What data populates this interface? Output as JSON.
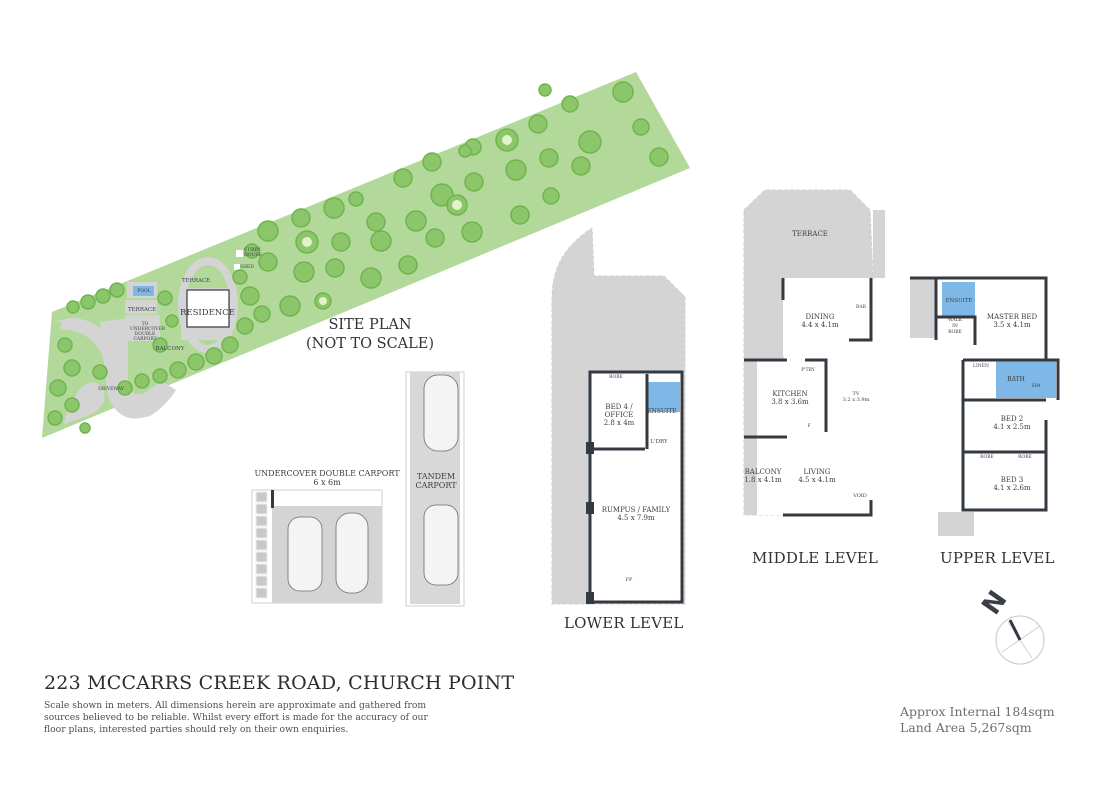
{
  "property": {
    "address": "223 MCCARRS CREEK ROAD, CHURCH POINT",
    "disclaimer": "Scale shown in meters. All dimensions herein are approximate and gathered from sources believed to be  reliable. Whilst every effort is made for the accuracy of our floor plans, interested parties should rely on their own enquiries.",
    "approx_internal": "Approx Internal 184sqm",
    "land_area": "Land Area 5,267sqm"
  },
  "colors": {
    "lawn": "#b3d99a",
    "tree_dark": "#6fb44e",
    "tree_light": "#8cc66a",
    "paving": "#d4d4d4",
    "walls": "#343a42",
    "wet_area": "#7fb8e6",
    "text": "#2f3338",
    "stats_text": "#6b6f74"
  },
  "site_plan": {
    "title_line1": "SITE PLAN",
    "title_line2": "(NOT TO SCALE)",
    "labels": {
      "residence": "RESIDENCE",
      "pool": "POOL",
      "terrace_upper": "TERRACE",
      "terrace_lower": "TERRACE",
      "to_carport_1": "TO",
      "to_carport_2": "UNDERCOVER",
      "to_carport_3": "DOUBLE",
      "to_carport_4": "CARPORT",
      "balcony": "BALCONY",
      "driveway": "DRIVEWAY",
      "cubby_house_1": "CUBBY",
      "cubby_house_2": "HOUSE",
      "shed": "SHED"
    }
  },
  "carports": {
    "double": {
      "title": "UNDERCOVER DOUBLE CARPORT",
      "size": "6 x 6m"
    },
    "tandem": {
      "title_line1": "TANDEM",
      "title_line2": "CARPORT"
    }
  },
  "levels": {
    "lower": {
      "title": "LOWER LEVEL",
      "rooms": {
        "robe": "ROBE",
        "bed4_name1": "BED 4 /",
        "bed4_name2": "OFFICE",
        "bed4_size": "2.8 x 4m",
        "ensuite": "ENSUITE",
        "laundry": "L'DRY",
        "rumpus_name": "RUMPUS / FAMILY",
        "rumpus_size": "4.5 x 7.9m",
        "fireplace": "FP"
      }
    },
    "middle": {
      "title": "MIDDLE LEVEL",
      "rooms": {
        "terrace": "TERRACE",
        "dining_name": "DINING",
        "dining_size": "4.4 x 4.1m",
        "bar": "BAR",
        "pantry": "P'TRY",
        "kitchen_name": "KITCHEN",
        "kitchen_size": "3.8 x 3.6m",
        "fridge": "F",
        "tv_name": "TV",
        "tv_size": "3.2 x 3.9m",
        "balcony_name": "BALCONY",
        "balcony_size": "1.8 x 4.1m",
        "living_name": "LIVING",
        "living_size": "4.5 x 4.1m",
        "void": "VOID"
      }
    },
    "upper": {
      "title": "UPPER LEVEL",
      "rooms": {
        "ensuite": "ENSUITE",
        "walk_in_robe_1": "WALK",
        "walk_in_robe_2": "IN",
        "walk_in_robe_3": "ROBE",
        "master_name": "MASTER BED",
        "master_size": "3.5 x 4.1m",
        "linen": "LINEN",
        "bath": "BATH",
        "spa": "SPA",
        "bed2_name": "BED 2",
        "bed2_size": "4.1 x 2.5m",
        "robe_a": "ROBE",
        "robe_b": "ROBE",
        "bed3_name": "BED 3",
        "bed3_size": "4.1 x 2.6m"
      }
    }
  },
  "compass": {
    "label": "N"
  }
}
